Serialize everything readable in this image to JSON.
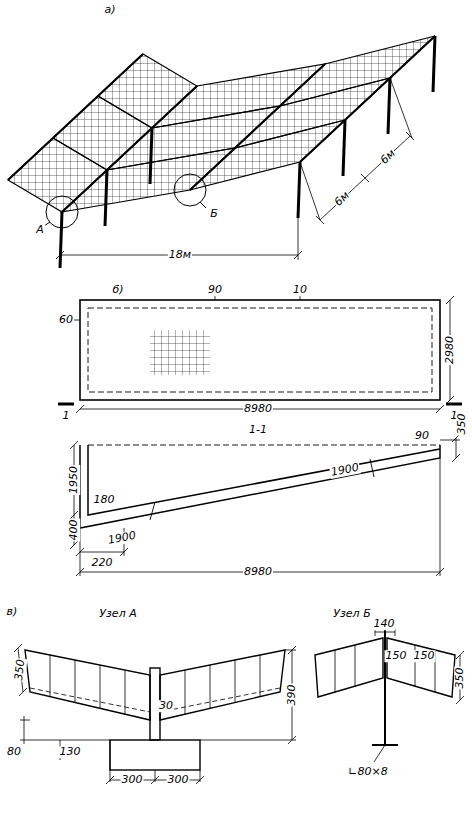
{
  "diagram": {
    "labels": [
      "а)",
      "А",
      "Б",
      "18м",
      "6м",
      "6м",
      "б)",
      "90",
      "10",
      "60",
      "2980",
      "8980",
      "1",
      "1",
      "1-1",
      "90",
      "350",
      "1950",
      "180",
      "400",
      "1900",
      "220",
      "8980",
      "1900",
      "в)",
      "Узел А",
      "Узел Б",
      "350",
      "390",
      "30",
      "80",
      "130",
      "300",
      "300",
      "140",
      "150",
      "150",
      "350",
      "∟80×8"
    ]
  }
}
